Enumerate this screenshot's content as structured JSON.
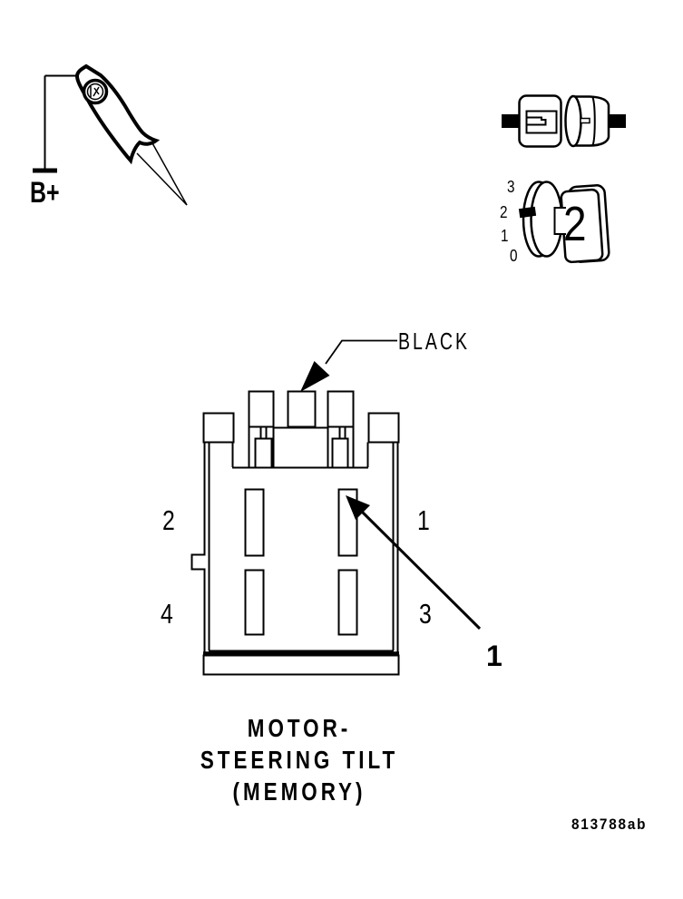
{
  "colors": {
    "line": "#000000",
    "background": "#ffffff"
  },
  "probe": {
    "label": "B+"
  },
  "ignition_dial": {
    "positions": [
      "3",
      "2",
      "1",
      "0"
    ],
    "selected_position": "2"
  },
  "connector": {
    "wire_label": "BLACK",
    "cavities": {
      "top_left": "2",
      "top_right": "1",
      "bottom_left": "4",
      "bottom_right": "3"
    },
    "callout_pin": "1"
  },
  "caption": {
    "line1": "MOTOR-",
    "line2": "STEERING TILT",
    "line3": "(MEMORY)"
  },
  "figure_code": "813788ab",
  "icons": {
    "probe": "test-probe-icon",
    "connector_pair": "inline-connector-pair-icon",
    "ignition_dial": "ignition-switch-position-icon",
    "black_wire_arrow": "arrowhead-icon",
    "pin_callout_arrow": "arrowhead-icon"
  }
}
